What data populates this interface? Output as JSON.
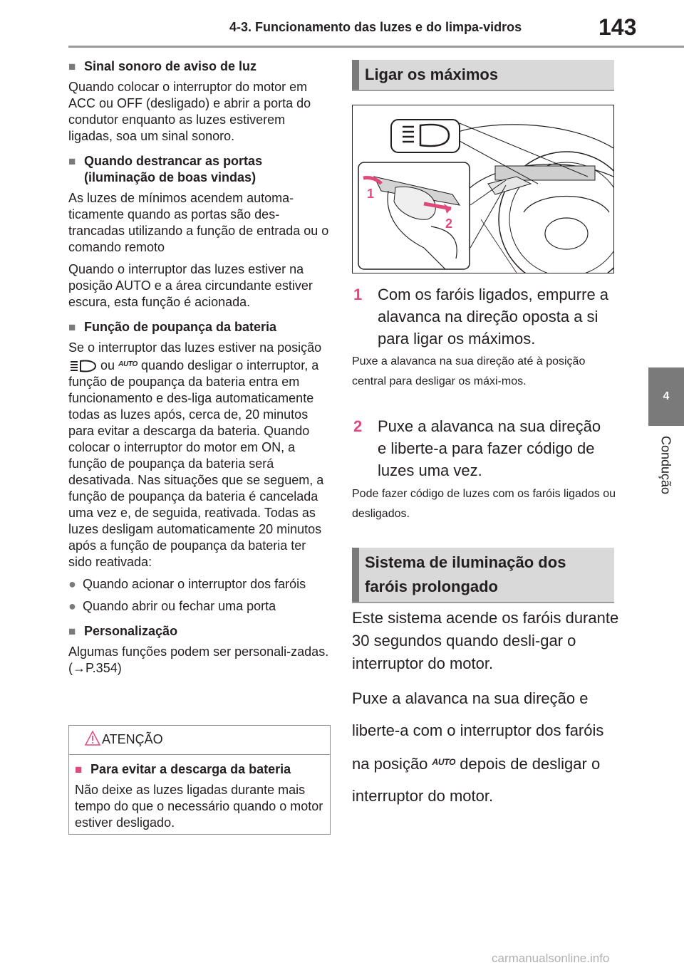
{
  "header": {
    "title": "4-3. Funcionamento das luzes e do limpa-vidros",
    "page_number": "143"
  },
  "side_tab": {
    "number": "4",
    "label": "Condução"
  },
  "left": {
    "s1_title": "Sinal sonoro de aviso de luz",
    "s1_text": "Quando colocar o interruptor do motor em ACC ou OFF (desligado) e abrir a porta do condutor enquanto as luzes estiverem ligadas, soa um sinal sonoro.",
    "s2_title": "Quando destrancar as portas (iluminação de boas vindas)",
    "s2_text1": "As luzes de mínimos acendem automa-ticamente quando as portas são des-trancadas utilizando a função de entrada ou o comando remoto",
    "s2_text2": "Quando o interruptor das luzes estiver na posição AUTO e a área circundante estiver escura, esta função é acionada.",
    "s3_title": "Função de poupança da bateria",
    "s3_pre": "Se o interruptor das luzes estiver na posição",
    "s3_or": "ou",
    "s3_auto": "AUTO",
    "s3_post": "quando desligar o interruptor, a função de poupança da bateria entra em funcionamento e des-liga automaticamente todas as luzes após, cerca de, 20 minutos para evitar a descarga da bateria. Quando colocar o interruptor do motor em ON, a função de poupança da bateria será desativada. Nas situações que se seguem, a função de poupança da bateria é cancelada uma vez e, de seguida, reativada. Todas as luzes desligam automaticamente 20 minutos após a função de poupança da bateria ter sido reativada:",
    "bullets": [
      "Quando acionar o interruptor dos faróis",
      "Quando abrir ou fechar uma porta"
    ],
    "s4_title": "Personalização",
    "s4_text": "Algumas funções podem ser personali-zadas. (→P.354)"
  },
  "warning": {
    "title": "ATENÇÃO",
    "subtitle": "Para evitar a descarga da bateria",
    "text": "Não deixe as luzes ligadas durante mais tempo do que o necessário quando o motor estiver desligado."
  },
  "right": {
    "h1": "Ligar os máximos",
    "fig_label_1": "1",
    "fig_label_2": "2",
    "step1_num": "1",
    "step1_text": "Com os faróis ligados, empurre a alavanca na direção oposta a si para ligar os máximos.",
    "step1_note": "Puxe a alavanca na sua direção até à posição central para desligar os máxi-mos.",
    "step2_num": "2",
    "step2_text": "Puxe a alavanca na sua direção e liberte-a para fazer código de luzes uma vez.",
    "step2_note": "Pode fazer código de luzes com os faróis ligados ou desligados.",
    "h2": "Sistema de iluminação dos faróis prolongado",
    "p1": "Este sistema acende os faróis durante 30 segundos quando desli-gar o interruptor do motor.",
    "p2_pre": "Puxe a alavanca na sua direção e liberte-a com o interruptor dos faróis na posição",
    "p2_auto": "AUTO",
    "p2_post": "depois de desligar o interruptor do motor."
  },
  "watermark": "carmanualsonline.info",
  "colors": {
    "accent_pink": "#e04a7a",
    "tab_gray": "#7a7a7a",
    "header_gray": "#d9d9d9"
  }
}
